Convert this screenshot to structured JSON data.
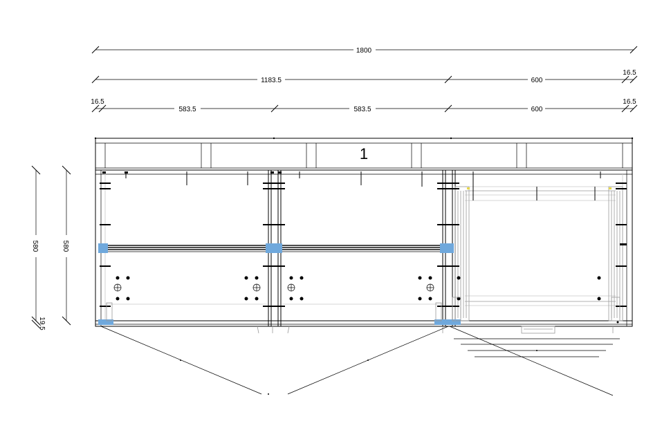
{
  "dimensions": {
    "overall": "1800",
    "row2": [
      "1183.5",
      "600",
      "16.5"
    ],
    "row3": [
      "16.5",
      "583.5",
      "583.5",
      "600",
      "16.5"
    ],
    "vertical_outer": "580",
    "vertical_inner": "580",
    "vertical_small": "19.5"
  },
  "cabinet_label": "1"
}
